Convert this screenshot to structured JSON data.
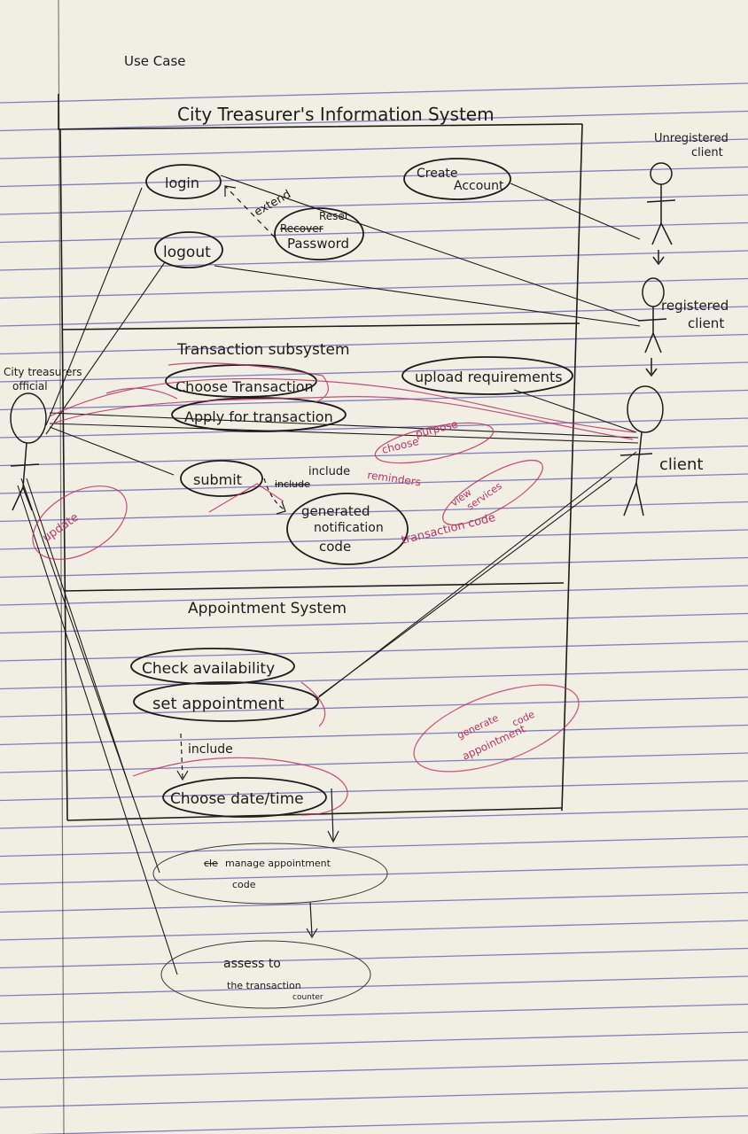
{
  "page_label": "Use Case",
  "system_title": "City Treasurer's Information System",
  "sections": {
    "transaction": "Transaction subsystem",
    "appointment": "Appointment System"
  },
  "actors": {
    "unregistered": [
      "Unregistered",
      "client"
    ],
    "registered": [
      "registered",
      "client"
    ],
    "client": "client",
    "official": [
      "City treasurers",
      "official"
    ]
  },
  "use_cases": {
    "login": "login",
    "create_account": [
      "Create",
      "Account"
    ],
    "reset_password": [
      "Reset",
      "Password"
    ],
    "reset_struck": "Recover",
    "logout": "logout",
    "choose_transaction": "Choose Transaction",
    "apply_transaction": "Apply for transaction",
    "upload_requirements": "upload requirements",
    "submit": "submit",
    "generated_code": [
      "generated",
      "notification",
      "code"
    ],
    "check_availability": "Check availability",
    "set_appointment": "set appointment",
    "choose_datetime": "Choose date/time",
    "manage_code": [
      "manage appointment",
      "code"
    ],
    "manage_code_struck": "cle",
    "assess": [
      "assess to",
      "the transaction",
      "counter"
    ]
  },
  "relations": {
    "extend": "extend",
    "include_submit": "include",
    "include_submit_struck": "include",
    "include_appointment": "include"
  },
  "annotations": {
    "choose_purpose": [
      "choose",
      "purpose"
    ],
    "reminders": "reminders",
    "services": [
      "view",
      "services"
    ],
    "transaction_code": "transaction code",
    "generate_appointment": [
      "generate",
      "appointment",
      "code"
    ],
    "update": "update"
  },
  "colors": {
    "ink": "#1c1c1c",
    "red_ink": "#b8336a",
    "rule_line": "#4b4ba8",
    "margin_line": "#2c2c2c",
    "paper": "#f1eee3"
  }
}
